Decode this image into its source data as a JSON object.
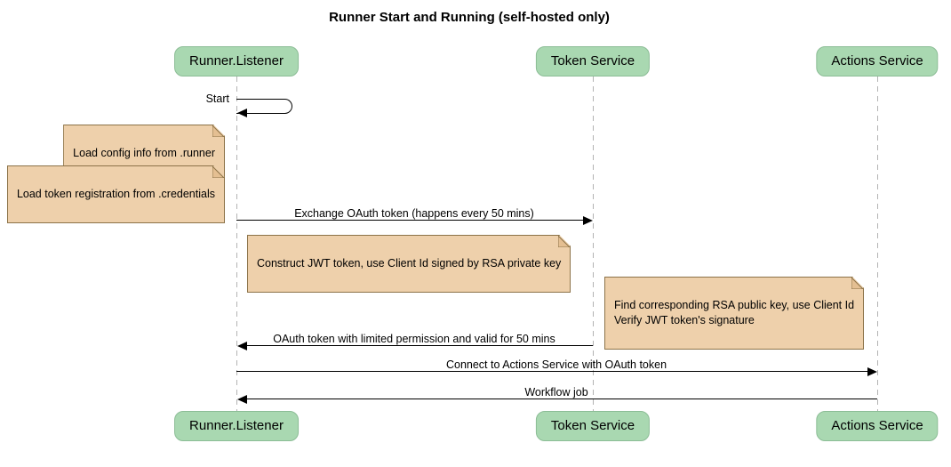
{
  "title": "Runner Start and Running (self-hosted only)",
  "participants": [
    {
      "label": "Runner.Listener"
    },
    {
      "label": "Token Service"
    },
    {
      "label": "Actions Service"
    }
  ],
  "messages": [
    {
      "label": "Start",
      "type": "self",
      "from": "Runner.Listener",
      "to": "Runner.Listener"
    },
    {
      "label": "Exchange OAuth token (happens every 50 mins)",
      "from": "Runner.Listener",
      "to": "Token Service"
    },
    {
      "label": "OAuth token with limited permission and valid for 50 mins",
      "from": "Token Service",
      "to": "Runner.Listener"
    },
    {
      "label": "Connect to Actions Service with OAuth token",
      "from": "Runner.Listener",
      "to": "Actions Service"
    },
    {
      "label": "Workflow job",
      "from": "Actions Service",
      "to": "Runner.Listener"
    }
  ],
  "notes": [
    {
      "text": "Load config info from .runner"
    },
    {
      "text": "Load token registration from .credentials"
    },
    {
      "text": "Construct JWT token, use Client Id signed by RSA private key"
    },
    {
      "text": "Find corresponding RSA public key, use Client Id\nVerify JWT token's signature"
    }
  ],
  "colors": {
    "participant_fill": "#a9d8b1",
    "participant_border": "#8cbd96",
    "note_fill": "#eed0ab",
    "note_border": "#8c7349",
    "lifeline": "#b3b3b3",
    "arrow": "#000000",
    "text": "#000000",
    "background": "#ffffff"
  }
}
